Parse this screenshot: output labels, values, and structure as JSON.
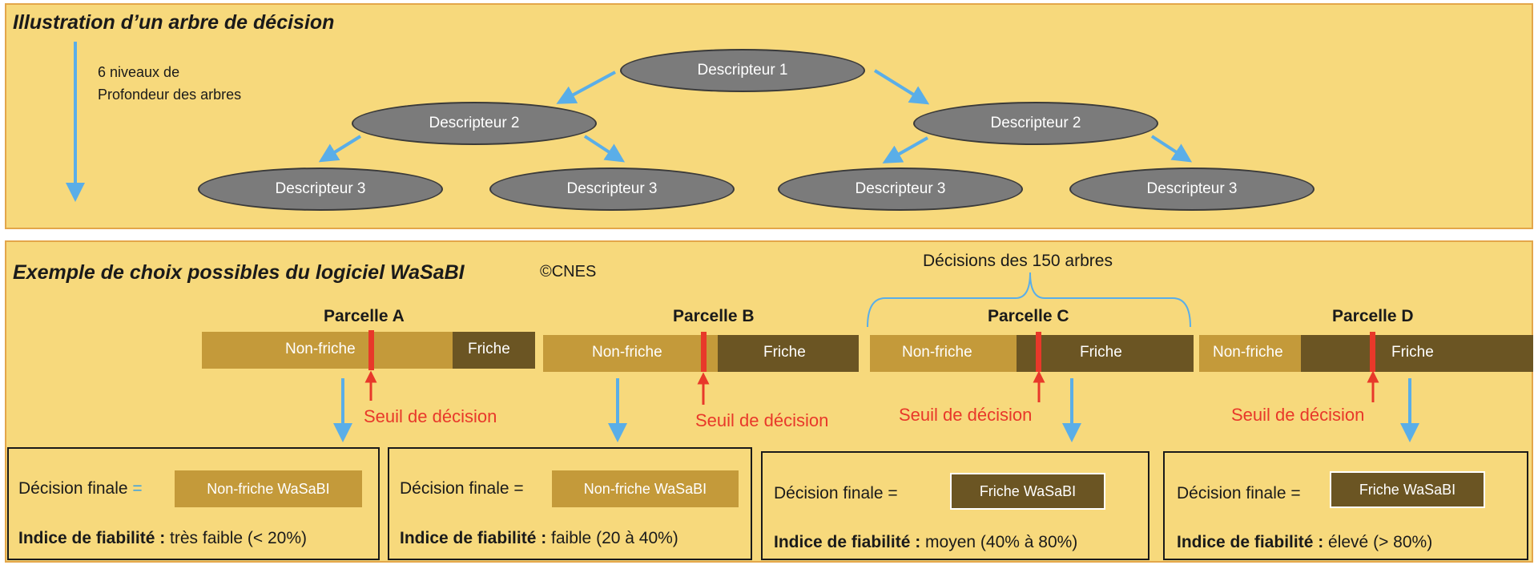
{
  "colors": {
    "panel_bg": "#f7d97c",
    "panel_border": "#e3a64a",
    "node_fill": "#7b7b7b",
    "arrow_blue": "#5aaee8",
    "threshold_red": "#e8382a",
    "light_segment": "#c49a3a",
    "dark_segment": "#6b5523"
  },
  "top_panel": {
    "title": "Illustration d’un arbre de décision",
    "depth_label_line1": "6 niveaux de",
    "depth_label_line2": "Profondeur des arbres",
    "nodes": {
      "root": "Descripteur 1",
      "level2": [
        "Descripteur 2",
        "Descripteur 2"
      ],
      "level3": [
        "Descripteur 3",
        "Descripteur 3",
        "Descripteur 3",
        "Descripteur 3"
      ]
    }
  },
  "bottom_panel": {
    "title": "Exemple de choix possibles du logiciel WaSaBI",
    "copyright": "©CNES",
    "brace_label": "Décisions des 150 arbres",
    "segment_labels": {
      "non_friche": "Non-friche",
      "friche": "Friche"
    },
    "threshold_label": "Seuil de décision",
    "parcels": [
      {
        "name": "Parcelle A",
        "decision_prefix": "Décision finale",
        "decision_sign": "=",
        "decision_value": "Non-friche WaSaBI",
        "reliability_label": "Indice de fiabilité :",
        "reliability_value": " très faible (< 20%)"
      },
      {
        "name": "Parcelle B",
        "decision_prefix": "Décision finale",
        "decision_sign": "=",
        "decision_value": "Non-friche WaSaBI",
        "reliability_label": "Indice de fiabilité :",
        "reliability_value": " faible (20 à 40%)"
      },
      {
        "name": "Parcelle C",
        "decision_prefix": "Décision finale",
        "decision_sign": "=",
        "decision_value": "Friche WaSaBI",
        "reliability_label": "Indice de fiabilité :",
        "reliability_value": " moyen (40% à 80%)"
      },
      {
        "name": "Parcelle D",
        "decision_prefix": "Décision finale",
        "decision_sign": "=",
        "decision_value": "Friche WaSaBI",
        "reliability_label": "Indice de fiabilité :",
        "reliability_value": " élevé (> 80%)"
      }
    ]
  }
}
